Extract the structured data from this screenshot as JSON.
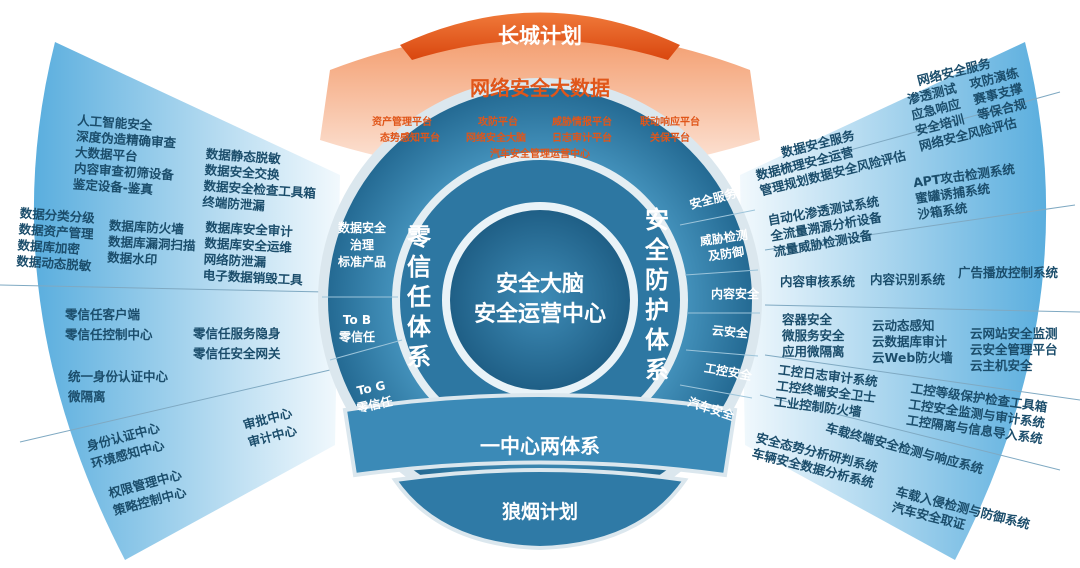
{
  "top": {
    "plan": "长城计划",
    "big_data": "网络安全大数据",
    "platforms": [
      "资产管理平台",
      "攻防平台",
      "威胁情报平台",
      "联动响应平台",
      "态势感知平台",
      "网络安全大脑",
      "日志审计平台",
      "关保平台",
      "汽车安全管理运营中心"
    ]
  },
  "center": {
    "line1": "安全大脑",
    "line2": "安全运营中心"
  },
  "left_ring": {
    "title": "零信任体系",
    "sectors": [
      "数据安全\n治理\n标准产品",
      "To B\n零信任",
      "To G\n零信任"
    ]
  },
  "right_ring": {
    "title": "安全防护体系",
    "sectors": [
      "安全服务",
      "威胁检测\n及防御",
      "内容安全",
      "云安全",
      "工控安全",
      "汽车安全"
    ]
  },
  "bottom": {
    "band": "一中心两体系",
    "plan": "狼烟计划"
  },
  "left_fan": {
    "data_security": [
      [
        "人工智能安全",
        "深度伪造精确审查",
        "大数据平台",
        "内容审查初筛设备",
        "鉴定设备-鉴真"
      ],
      [
        "数据静态脱敏",
        "数据安全交换",
        "数据安全检查工具箱",
        "终端防泄漏"
      ],
      [
        "数据分类分级",
        "数据资产管理",
        "数据库加密",
        "数据动态脱敏"
      ],
      [
        "数据库防火墙",
        "数据库漏洞扫描",
        "数据水印"
      ],
      [
        "数据库安全审计",
        "数据库安全运维",
        "网络防泄漏",
        "电子数据销毁工具"
      ]
    ],
    "to_b": [
      [
        "零信任客户端",
        "零信任控制中心"
      ],
      [
        "零信任服务隐身",
        "零信任安全网关"
      ],
      [
        "统一身份认证中心",
        "微隔离"
      ]
    ],
    "to_g": [
      [
        "身份认证中心",
        "环境感知中心"
      ],
      [
        "权限管理中心",
        "策略控制中心"
      ],
      [
        "审批中心",
        "审计中心"
      ]
    ]
  },
  "right_fan": {
    "services": {
      "network_title": "网络安全服务",
      "network_col1": [
        "渗透测试",
        "应急响应",
        "安全培训"
      ],
      "network_col2": [
        "攻防演练",
        "赛事支撑",
        "等保合规"
      ],
      "network_last": "网络安全风险评估",
      "data_title": "数据安全服务",
      "data_items": [
        "数据梳理安全运营",
        "管理规划数据安全风险评估"
      ]
    },
    "threat": [
      [
        "自动化渗透测试系统",
        "全流量溯源分析设备",
        "流量威胁检测设备"
      ],
      [
        "APT攻击检测系统",
        "蜜罐诱捕系统",
        "沙箱系统"
      ]
    ],
    "content": [
      "内容审核系统",
      "内容识别系统",
      "广告播放控制系统"
    ],
    "cloud": [
      [
        "容器安全",
        "微服务安全",
        "应用微隔离"
      ],
      [
        "云动态感知",
        "云数据库审计",
        "云Web防火墙"
      ],
      [
        "云网站安全监测",
        "云安全管理平台",
        "云主机安全"
      ]
    ],
    "ics": [
      [
        "工控日志审计系统",
        "工控终端安全卫士",
        "工业控制防火墙"
      ],
      [
        "工控等级保护检查工具箱",
        "工控安全监测与审计系统",
        "工控隔离与信息导入系统"
      ]
    ],
    "auto": [
      [
        "车载终端安全检测与响应系统"
      ],
      [
        "安全态势分析研判系统",
        "车辆安全数据分析系统"
      ],
      [
        "车载入侵检测与防御系统",
        "汽车安全取证"
      ]
    ]
  }
}
